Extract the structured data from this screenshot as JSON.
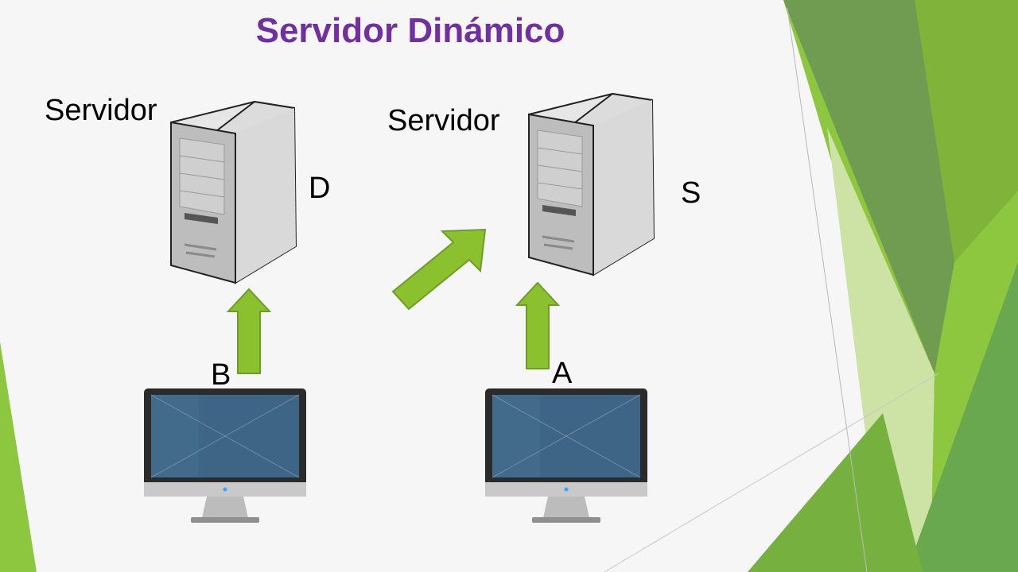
{
  "slide": {
    "title": "Servidor Dinámico",
    "accent_color": "#7030a0",
    "theme_greens": [
      "#8dc63f",
      "#6aa84f",
      "#c9e2a0",
      "#5b9a3a"
    ]
  },
  "diagram": {
    "server_left": {
      "label": "Servidor",
      "letter": "D",
      "icon": "server-tower-icon"
    },
    "server_right": {
      "label": "Servidor",
      "letter": "S",
      "icon": "server-tower-icon"
    },
    "computer_left": {
      "letter": "B",
      "icon": "desktop-monitor-icon"
    },
    "computer_right": {
      "letter": "A",
      "icon": "desktop-monitor-icon"
    },
    "arrows": [
      {
        "name": "up-arrow-left",
        "direction": "up",
        "color": "#8bc02f"
      },
      {
        "name": "diagonal-arrow",
        "direction": "up-right",
        "color": "#8bc02f"
      },
      {
        "name": "up-arrow-right",
        "direction": "up",
        "color": "#8bc02f"
      }
    ]
  }
}
